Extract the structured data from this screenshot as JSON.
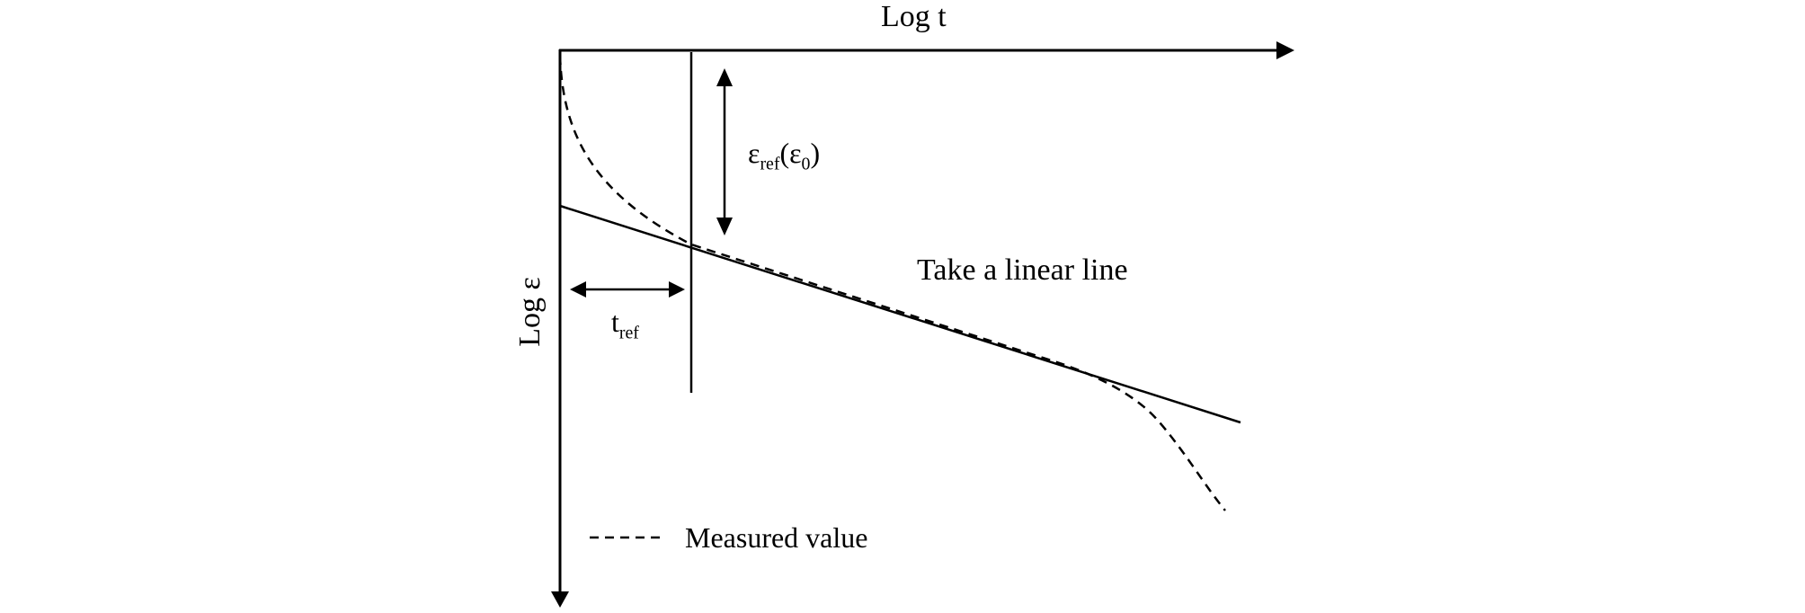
{
  "axes": {
    "x_label": "Log t",
    "y_label": "Log ε"
  },
  "annotations": {
    "eps_ref": {
      "symbol": "ε",
      "sub": "ref",
      "paren_open": "(ε",
      "paren_sub": "0",
      "paren_close": ")"
    },
    "t_ref": {
      "symbol": "t",
      "sub": "ref"
    },
    "linear_line": "Take a linear line"
  },
  "legend": {
    "measured": "Measured value"
  },
  "colors": {
    "stroke": "#000000",
    "background": "#ffffff"
  }
}
